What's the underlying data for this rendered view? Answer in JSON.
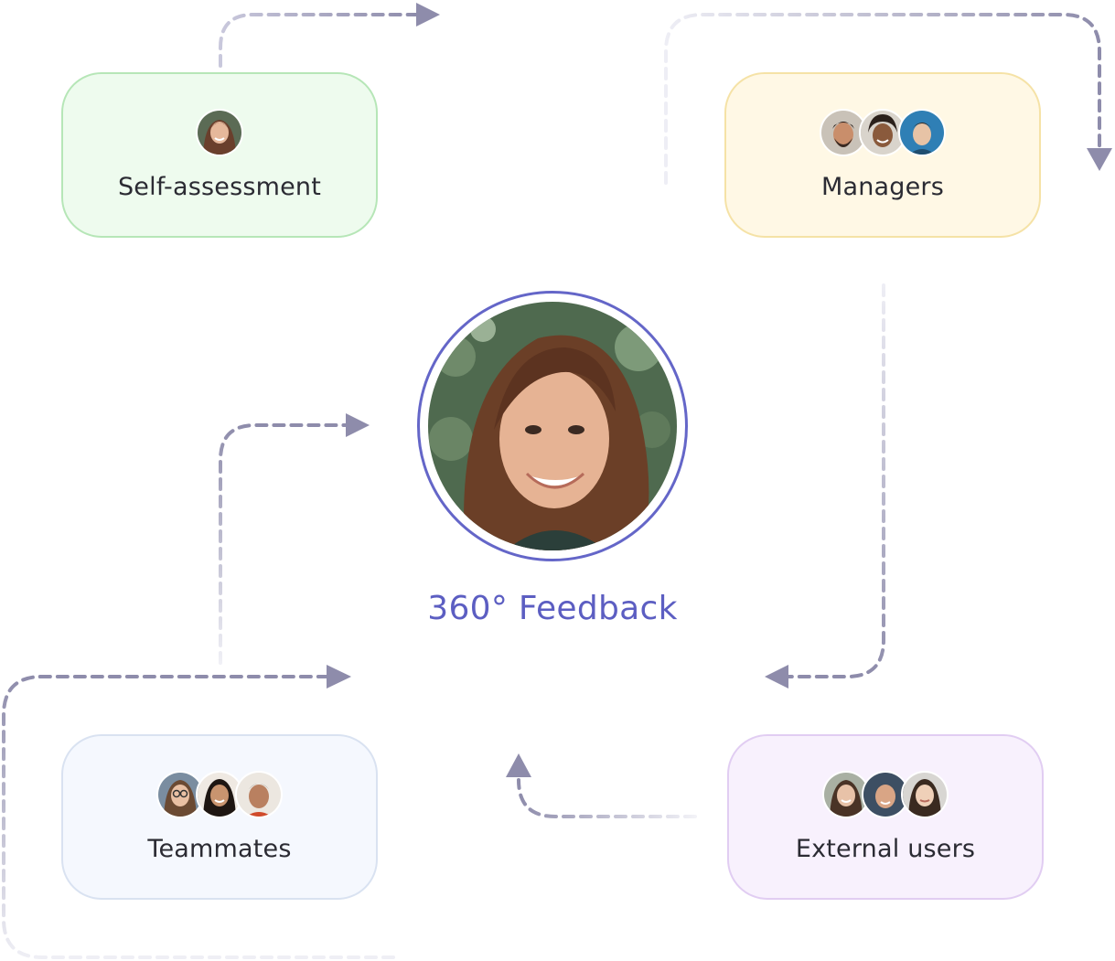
{
  "diagram": {
    "title": "360° Feedback",
    "colors": {
      "accent": "#6466c8",
      "connector": "#9d9bb8",
      "connector_faint": "#e6e6f0"
    },
    "nodes": [
      {
        "id": "self",
        "label": "Self-assessment",
        "avatars": 1
      },
      {
        "id": "managers",
        "label": "Managers",
        "avatars": 3
      },
      {
        "id": "teammates",
        "label": "Teammates",
        "avatars": 3
      },
      {
        "id": "external",
        "label": "External users",
        "avatars": 3
      }
    ]
  }
}
